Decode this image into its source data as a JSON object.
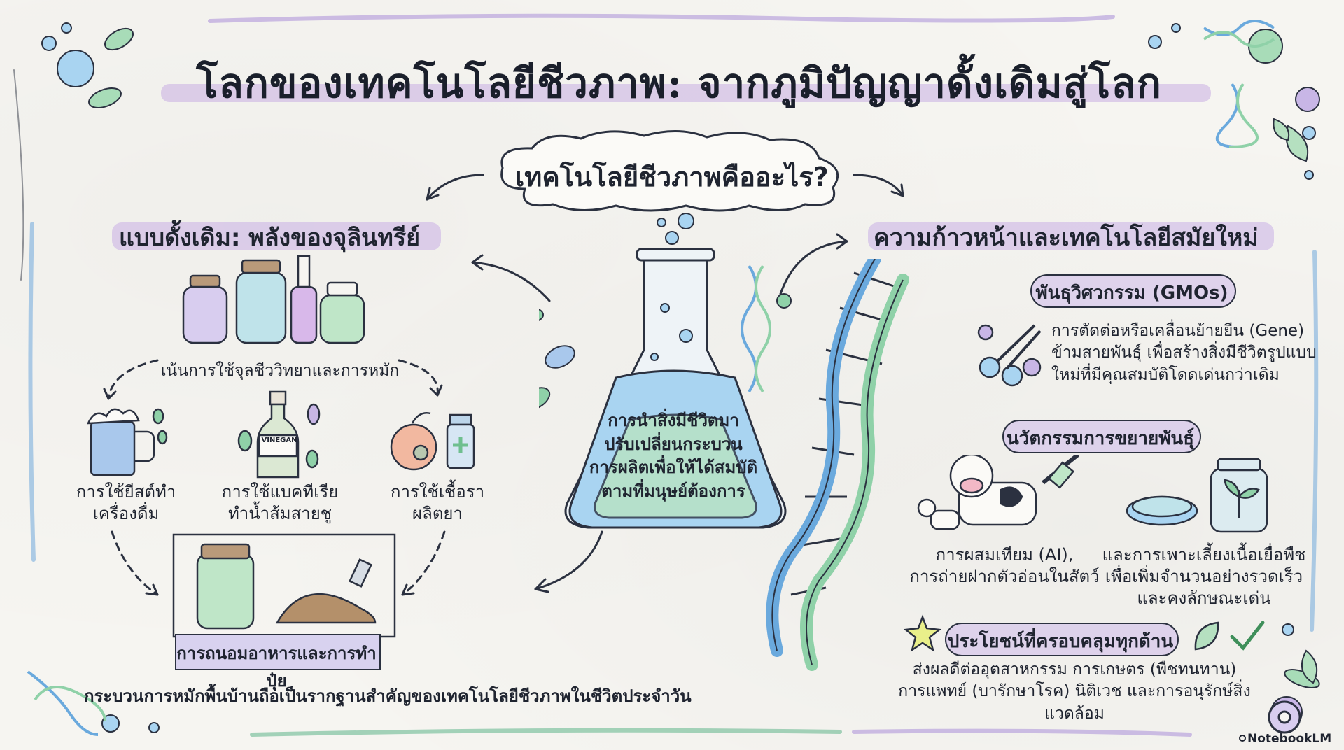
{
  "header": {
    "title": "โลกของเทคโนโลยีชีวภาพ: จากภูมิปัญญาดั้งเดิมสู่โลกอนาคต"
  },
  "center": {
    "question": "เทคโนโลยีชีวภาพคืออะไร?",
    "flask_text": [
      "การนำสิ่งมีชีวิตมา",
      "ปรับเปลี่ยนกระบวน",
      "การผลิตเพื่อให้ได้สมบัติ",
      "ตามที่มนุษย์ต้องการ"
    ]
  },
  "traditional": {
    "heading": "แบบดั้งเดิม: พลังของจุลินทรีย์",
    "jars_caption": "เน้นการใช้จุลชีววิทยาและการหมัก",
    "items": [
      {
        "line1": "การใช้ยีสต์ทำ",
        "line2": "เครื่องดื่ม"
      },
      {
        "line1": "การใช้แบคทีเรีย",
        "line2": "ทำน้ำส้มสายชู"
      },
      {
        "line1": "การใช้เชื้อรา",
        "line2": "ผลิตยา"
      }
    ],
    "vinegar_label": "VINEGAN",
    "banner": "การถนอมอาหารและการทำปุ๋ย",
    "footer": "กระบวนการหมักพื้นบ้านถือเป็นรากฐานสำคัญของเทคโนโลยีชีวภาพในชีวิตประจำวัน"
  },
  "modern": {
    "heading": "ความก้าวหน้าและเทคโนโลยีสมัยใหม่",
    "gmo": {
      "title": "พันธุวิศวกรรม (GMOs)",
      "lines": [
        "การตัดต่อหรือเคลื่อนย้ายยีน (Gene)",
        "ข้ามสายพันธุ์ เพื่อสร้างสิ่งมีชีวิตรูปแบบ",
        "ใหม่ที่มีคุณสมบัติโดดเด่นกว่าเดิม"
      ]
    },
    "breeding": {
      "title": "นวัตกรรมการขยายพันธุ์",
      "animal_lines": [
        "การผสมเทียม (AI),",
        "การถ่ายฝากตัวอ่อนในสัตว์"
      ],
      "plant_lines": [
        "และการเพาะเลี้ยงเนื้อเยื่อพืช",
        "เพื่อเพิ่มจำนวนอย่างรวดเร็ว",
        "และคงลักษณะเด่น"
      ]
    },
    "benefits": {
      "title": "ประโยชน์ที่ครอบคลุมทุกด้าน",
      "lines": [
        "ส่งผลดีต่ออุตสาหกรรม การเกษตร (พืชทนทาน)",
        "การแพทย์ (บารักษาโรค) นิติเวช และการอนุรักษ์สิ่งแวดล้อม"
      ]
    }
  },
  "brand": "NotebookLM",
  "colors": {
    "ink": "#2b3140",
    "purple_highlight": "#cdb9eb",
    "blue": "#6aa9dd",
    "green": "#8fd1a8",
    "paper": "#f6f5f1"
  }
}
